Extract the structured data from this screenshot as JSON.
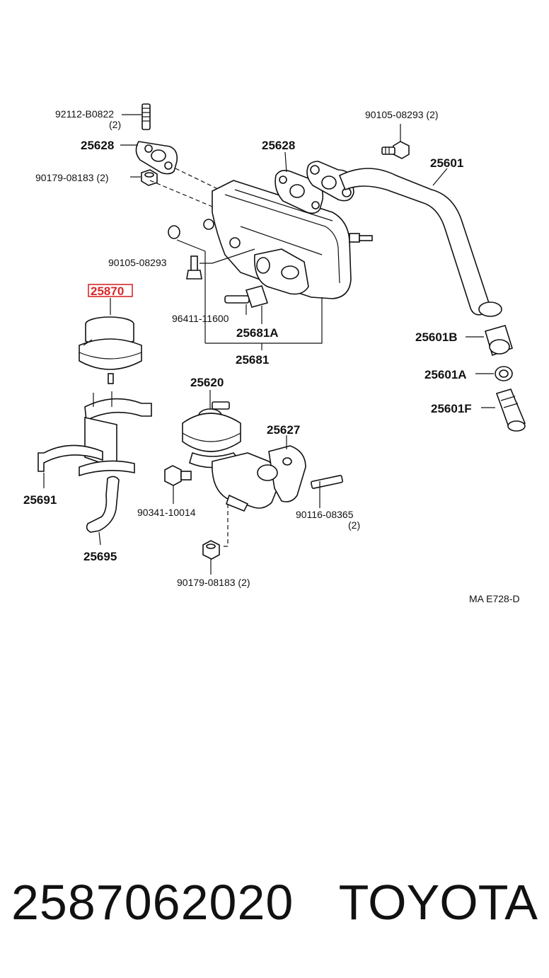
{
  "diagram": {
    "labels": {
      "p92112": "92112-B0822",
      "p92112_qty": "(2)",
      "p25628a": "25628",
      "p90179a": "90179-08183 (2)",
      "p25628b": "25628",
      "p90105a": "90105-08293 (2)",
      "p25601": "25601",
      "p90105b": "90105-08293",
      "p25870": "25870",
      "p96411": "96411-11600",
      "p25681A": "25681A",
      "p25681": "25681",
      "p25601B": "25601B",
      "p25601A": "25601A",
      "p25601F": "25601F",
      "p25620": "25620",
      "p25627": "25627",
      "p25691": "25691",
      "p90341": "90341-10014",
      "p90116": "90116-08365",
      "p90116_qty": "(2)",
      "p25695": "25695",
      "p90179b": "90179-08183 (2)",
      "ref": "MA E728-D"
    },
    "highlight_color": "#d8282a"
  },
  "footer": {
    "part_number": "2587062020",
    "brand": "TOYOTA"
  }
}
